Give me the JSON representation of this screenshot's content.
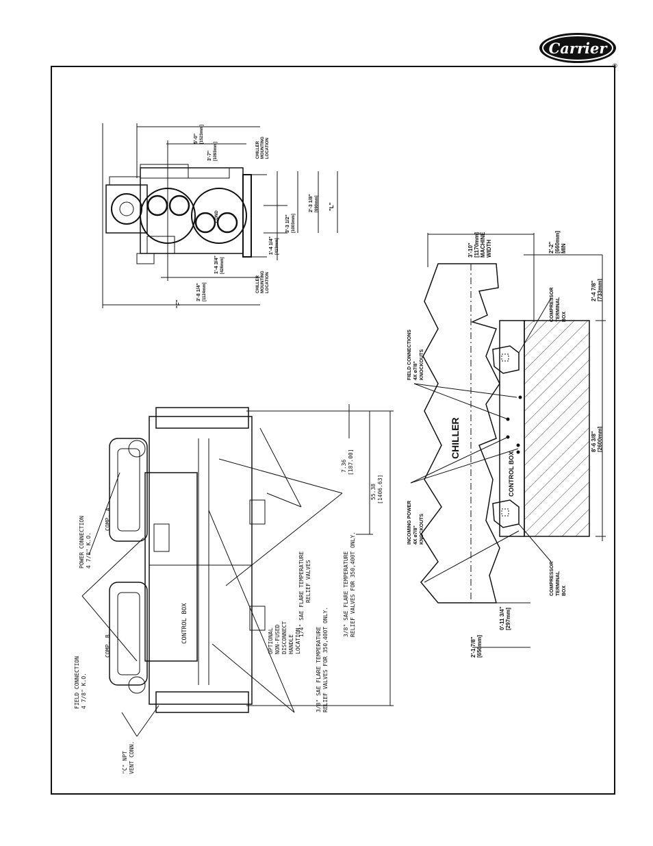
{
  "brand": {
    "name": "Carrier",
    "registered": "®"
  },
  "end_view": {
    "dim_5_0": "5'-0\"",
    "dim_5_0_mm": "[1523mm]",
    "dim_3_7": "3'-7\"",
    "dim_3_7_mm": "[1093mm]",
    "dim_3_8": "3'-8 1/4\"",
    "dim_3_8_mm": "[1124mm]",
    "dim_1_4_3_4": "1'-4 3/4\"",
    "dim_1_4_3_4_mm": "[426mm]",
    "dim_1_4_1_4": "1'-4 1/4\"",
    "dim_1_4_1_4_mm": "[413mm]",
    "dim_3_3": "3'-3 1/2\"",
    "dim_3_3_mm": "[1003mm]",
    "dim_2_3": "2'-3 1/8\"",
    "dim_2_3_mm": "[690mm]",
    "label_f": "\"F\"",
    "label_l": "\"L\"",
    "cond_label": "COND",
    "mount_top": [
      "CHILLER",
      "MOUNTING",
      "LOCATION"
    ],
    "mount_bottom": [
      "CHILLER",
      "MOUNTING",
      "LOCATION"
    ]
  },
  "side_view": {
    "power_conn": [
      "POWER CONNECTION",
      "4 7/8\" K.O."
    ],
    "comp_a": "COMP. A",
    "comp_b": "COMP. B",
    "field_conn": [
      "FIELD CONNECTION",
      "4 7/8\" K.O."
    ],
    "vent": [
      "\"C\" NPT",
      "VENT CONN."
    ],
    "control_box": "CONTROL BOX",
    "disconnect": [
      "OPTIONAL",
      "NON-FUSED",
      "DISCONNECT",
      "HANDLE",
      "LOCATION"
    ],
    "relief_14": [
      "1/4\" SAE FLARE TEMPERATURE",
      "RELIEF VALVES"
    ],
    "relief_38a": [
      "3/8\" SAE FLARE TEMPERATURE",
      "RELIEF VALVES FOR 350,400T ONLY."
    ],
    "relief_38b": [
      "3/8\" SAE FLARE TEMPERATURE",
      "RELIEF VALVES FOR 350,400T ONLY."
    ],
    "dim_7_36": "7.36",
    "dim_7_36_mm": "[187.00]",
    "dim_55_38": "55.38",
    "dim_55_38_mm": "[1406.63]"
  },
  "plan_view": {
    "chiller": "CHILLER",
    "control_box": "CONTROL BOX",
    "field_connections": [
      "FIELD CONNECTIONS",
      "4X ø7/8\"",
      "KNOCKOUTS"
    ],
    "incoming_power": [
      "INCOMING POWER",
      "4X ø7/8\"",
      "KNOCKOUTS"
    ],
    "comp_terminal_top": [
      "COMPRESSOR",
      "TERMINAL",
      "BOX"
    ],
    "comp_terminal_bottom": [
      "COMPRESSOR",
      "TERMINAL",
      "BOX"
    ],
    "dim_3_10": "3'-10\"",
    "dim_3_10_mm": "[1170mm]",
    "dim_3_10_note": [
      "MACHINE",
      "WIDTH"
    ],
    "dim_2_2": "2'-2\"",
    "dim_2_2_mm": "[660mm]",
    "dim_2_2_note": "MIN",
    "dim_2_4": "2'-4 7/8\"",
    "dim_2_4_mm": "[733mm]",
    "dim_8_6": "8'-6 3/8\"",
    "dim_8_6_mm": "[2600mm]",
    "dim_0_11": "0'-11 3/4\"",
    "dim_0_11_mm": "[297mm]",
    "dim_2_1": "2'-1 7/8\"",
    "dim_2_1_mm": "[656mm]"
  }
}
